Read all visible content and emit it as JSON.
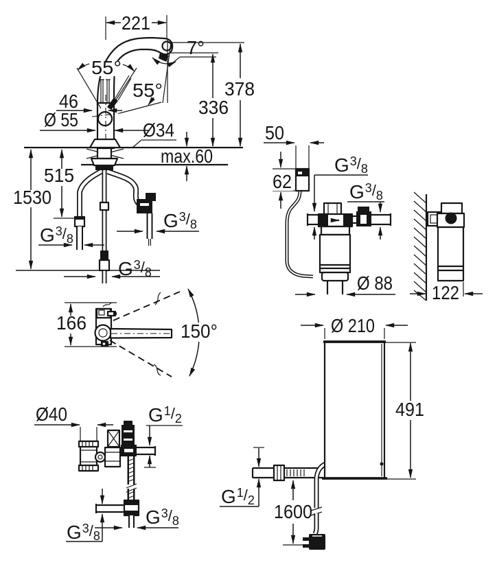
{
  "threads": {
    "g38": {
      "base": "G",
      "sup": "3",
      "slash": "/",
      "sub": "8"
    },
    "g12": {
      "base": "G",
      "sup": "1",
      "slash": "/",
      "sub": "2"
    }
  },
  "views": {
    "faucet_side": {
      "spout_reach": "221",
      "spout_tilt_angle": "7°",
      "height_overall": "378",
      "height_to_outlet": "336",
      "lever_angle_vertical": "55°",
      "lever_angle_side": "55°",
      "lever_width": "46",
      "base_diameter": "Ø 55",
      "mount_hole_diameter": "Ø34",
      "max_counter_thickness": "max.60",
      "length_to_connector": "515",
      "length_total": "1530"
    },
    "top_view": {
      "body_depth": "166",
      "swivel_angle": "150°"
    },
    "valve_assembly": {
      "valve_diameter": "Ø40"
    },
    "filter_front": {
      "head_width": "50",
      "head_height": "62",
      "cartridge_diameter": "Ø 88"
    },
    "filter_side": {
      "depth_from_wall": "122"
    },
    "boiler": {
      "diameter": "Ø 210",
      "height": "491",
      "cable_length": "1600"
    }
  }
}
